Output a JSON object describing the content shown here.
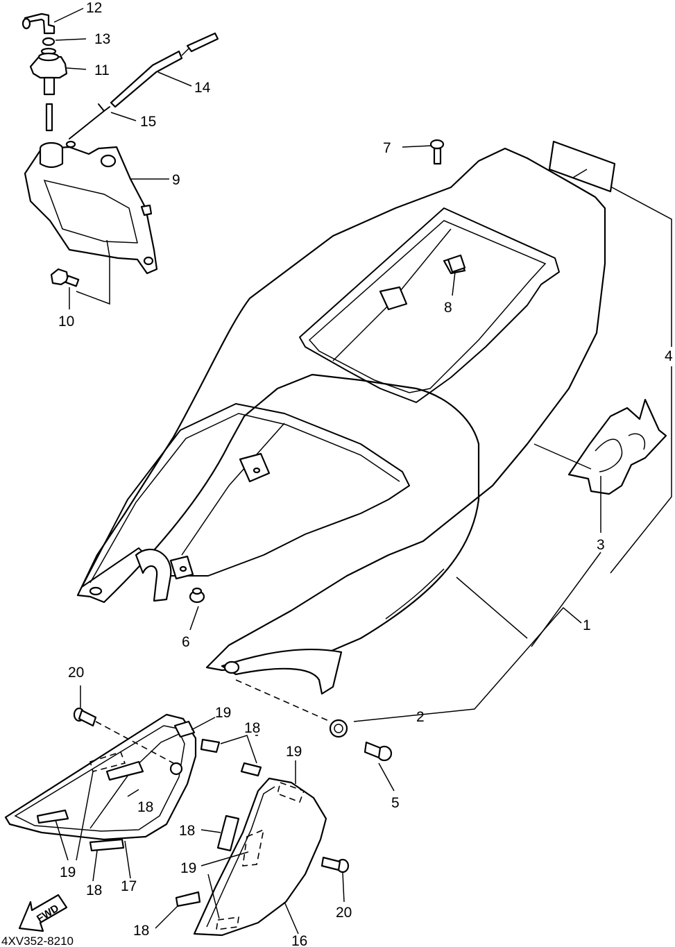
{
  "diagram": {
    "callouts": [
      "1",
      "2",
      "3",
      "4",
      "5",
      "6",
      "7",
      "8",
      "9",
      "10",
      "11",
      "12",
      "13",
      "14",
      "15",
      "16",
      "17",
      "18",
      "19",
      "20"
    ],
    "drawing_code": "4XV352-8210",
    "direction_arrow_label": "FWD"
  }
}
